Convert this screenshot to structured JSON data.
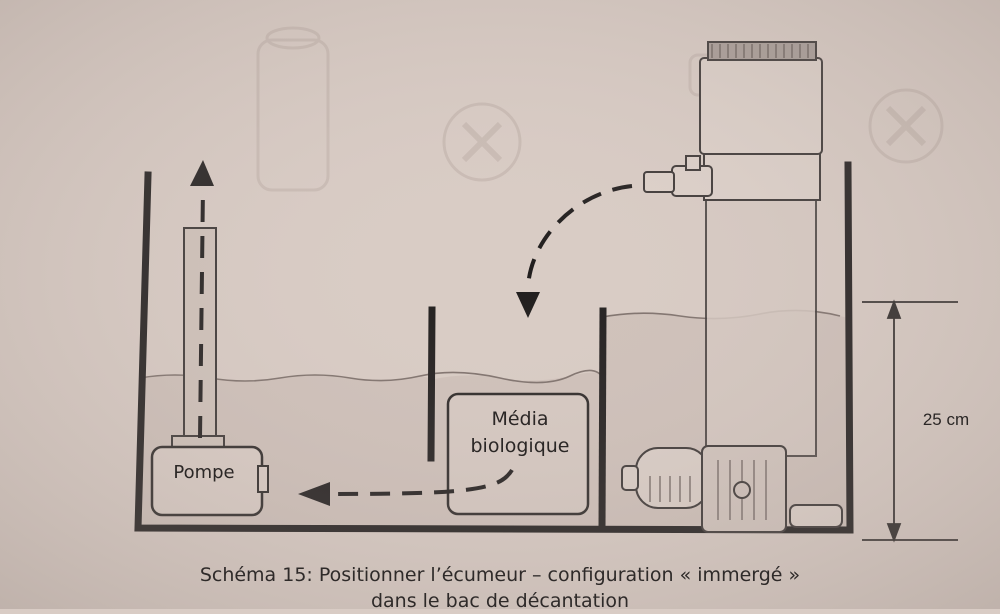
{
  "labels": {
    "pump": "Pompe",
    "media_line1": "Média",
    "media_line2": "biologique",
    "height": "25 cm"
  },
  "caption": {
    "line1": "Schéma 15: Positionner l’écumeur – configuration « immergé »",
    "line2": "dans le bac de décantation"
  },
  "colors": {
    "background": "#d9ccc5",
    "ink": "#2b2726",
    "water": "#cbbdb5",
    "faded_print": "#c8bab2"
  }
}
